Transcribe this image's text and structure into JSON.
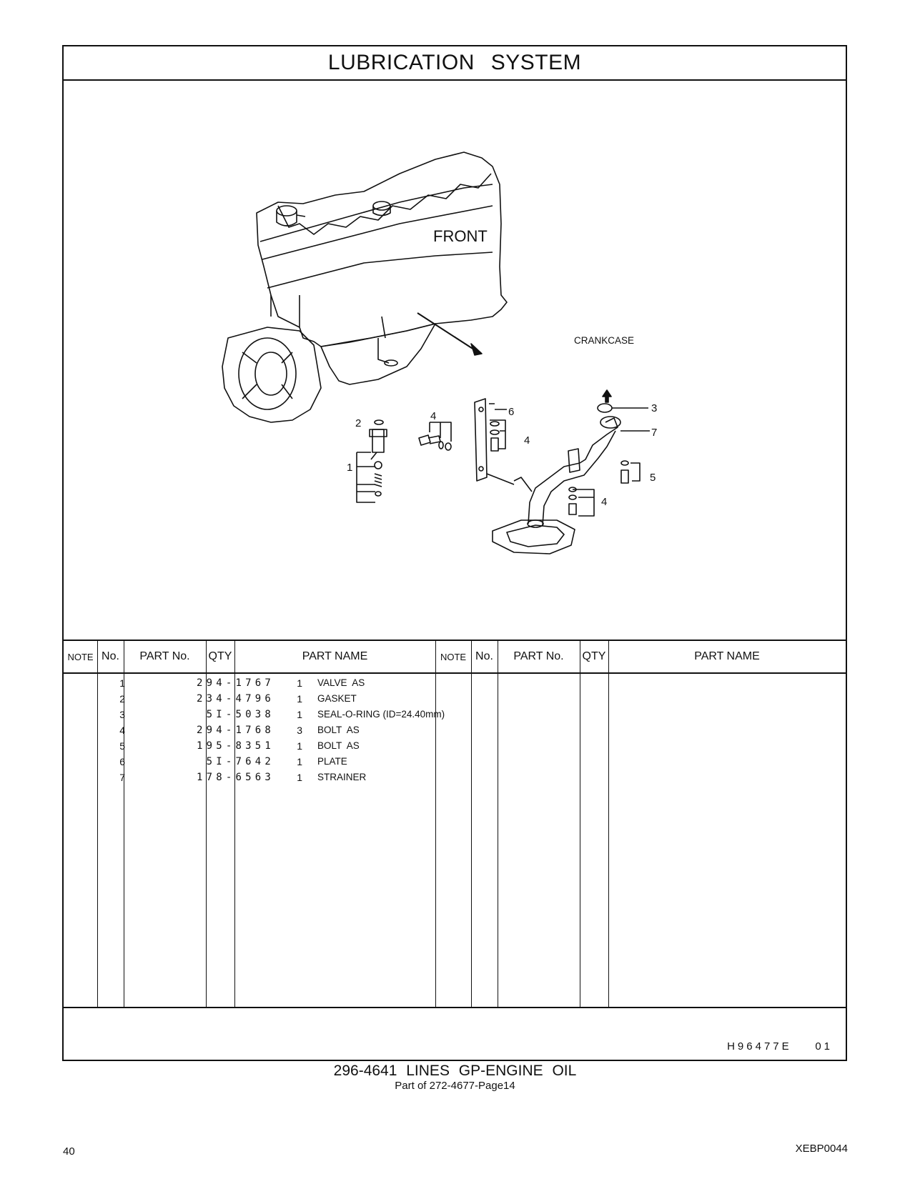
{
  "page": {
    "title": "LUBRICATION   SYSTEM",
    "caption": "296-4641   LINES  GP-ENGINE  OIL",
    "subcaption": "Part of 272-4677-Page14",
    "page_number": "40",
    "publication": "XEBP0044",
    "doc_code": "H96477E    01"
  },
  "figure": {
    "front_label": "FRONT",
    "crankcase_label": "CRANKCASE",
    "callouts": [
      "1",
      "2",
      "3",
      "4",
      "4",
      "4",
      "5",
      "6",
      "7"
    ]
  },
  "table": {
    "headers": {
      "left": {
        "note": "NOTE",
        "no": "No.",
        "part_no": "PART No.",
        "qty": "QTY",
        "part_name": "PART NAME"
      },
      "right": {
        "note": "NOTE",
        "no": "No.",
        "part_no": "PART No.",
        "qty": "QTY",
        "part_name": "PART NAME"
      }
    },
    "rows": [
      {
        "no": "1",
        "part_no": "294-1767",
        "qty": "1",
        "name": "VALVE  AS"
      },
      {
        "no": "2",
        "part_no": "234-4796",
        "qty": "1",
        "name": "GASKET"
      },
      {
        "no": "3",
        "part_no": "5I-5038",
        "qty": "1",
        "name": "SEAL-O-RING (ID=24.40mm)"
      },
      {
        "no": "4",
        "part_no": "294-1768",
        "qty": "3",
        "name": "BOLT  AS"
      },
      {
        "no": "5",
        "part_no": "195-8351",
        "qty": "1",
        "name": "BOLT  AS"
      },
      {
        "no": "6",
        "part_no": "5I-7642",
        "qty": "1",
        "name": "PLATE"
      },
      {
        "no": "7",
        "part_no": "178-6563",
        "qty": "1",
        "name": "STRAINER"
      }
    ]
  }
}
